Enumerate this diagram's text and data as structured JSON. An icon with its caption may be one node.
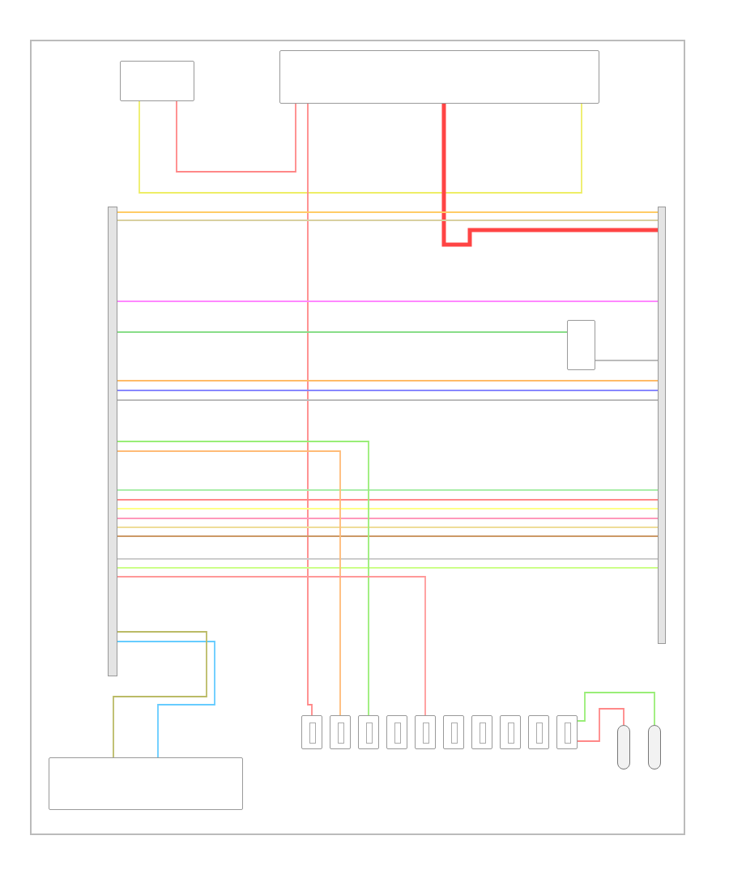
{
  "diagram": {
    "nodes": [
      {
        "text": [],
        "shape": "box"
      },
      {
        "text": [],
        "shape": "box"
      },
      {
        "text": [],
        "shape": "bar"
      },
      {
        "text": [],
        "shape": "bar"
      },
      {
        "text": [],
        "shape": "box"
      },
      {
        "text": [],
        "shape": "box"
      },
      {
        "text": [],
        "shape": "box"
      },
      {
        "text": [],
        "shape": "box"
      },
      {
        "text": [],
        "shape": "box"
      },
      {
        "text": [],
        "shape": "box"
      },
      {
        "text": [],
        "shape": "box"
      },
      {
        "text": [],
        "shape": "box"
      },
      {
        "text": [],
        "shape": "box"
      },
      {
        "text": [],
        "shape": "box"
      },
      {
        "text": [],
        "shape": "cylinder"
      },
      {
        "text": [],
        "shape": "cylinder"
      },
      {
        "text": [],
        "shape": "box"
      },
      {
        "text": [],
        "shape": "box"
      }
    ],
    "edges": [
      {
        "from": 0,
        "to": 1,
        "arrow": "none",
        "color": "#eeee66"
      },
      {
        "from": 0,
        "to": 1,
        "arrow": "none",
        "color": "#ff8888"
      },
      {
        "from": 1,
        "to": 3,
        "arrow": "none",
        "color": "#ff4444",
        "style": "thick"
      },
      {
        "from": 1,
        "to": 4,
        "arrow": "none",
        "color": "#ff8888"
      },
      {
        "from": 2,
        "to": 3,
        "arrow": "none",
        "color": "#ffcc66"
      },
      {
        "from": 2,
        "to": 3,
        "arrow": "none",
        "color": "#d8d0a0"
      },
      {
        "from": 2,
        "to": 3,
        "arrow": "none",
        "color": "#ff88ff"
      },
      {
        "from": 2,
        "to": 3,
        "arrow": "none",
        "color": "#ffbb66"
      },
      {
        "from": 2,
        "to": 3,
        "arrow": "none",
        "color": "#8888ff"
      },
      {
        "from": 2,
        "to": 3,
        "arrow": "none",
        "color": "#bbbbbb"
      },
      {
        "from": 2,
        "to": 3,
        "arrow": "none",
        "color": "#aaeeaa"
      },
      {
        "from": 2,
        "to": 3,
        "arrow": "none",
        "color": "#ff8888"
      },
      {
        "from": 2,
        "to": 3,
        "arrow": "none",
        "color": "#ffff88"
      },
      {
        "from": 2,
        "to": 3,
        "arrow": "none",
        "color": "#ff99bb"
      },
      {
        "from": 2,
        "to": 3,
        "arrow": "none",
        "color": "#eedd99"
      },
      {
        "from": 2,
        "to": 3,
        "arrow": "none",
        "color": "#cc9966"
      },
      {
        "from": 2,
        "to": 3,
        "arrow": "none",
        "color": "#cccccc"
      },
      {
        "from": 2,
        "to": 3,
        "arrow": "none",
        "color": "#ccff88"
      },
      {
        "from": 2,
        "to": 5,
        "arrow": "none",
        "color": "#ffbb77"
      },
      {
        "from": 2,
        "to": 6,
        "arrow": "none",
        "color": "#99ee77"
      },
      {
        "from": 2,
        "to": 8,
        "arrow": "none",
        "color": "#ff9999"
      },
      {
        "from": 2,
        "to": 16,
        "arrow": "none",
        "color": "#66ccff"
      },
      {
        "from": 2,
        "to": 16,
        "arrow": "none",
        "color": "#bbbb66"
      },
      {
        "from": 2,
        "to": 17,
        "arrow": "none",
        "color": "#88dd88"
      },
      {
        "from": 17,
        "to": 3,
        "arrow": "none",
        "color": "#bbbbbb"
      },
      {
        "from": 13,
        "to": 14,
        "arrow": "none",
        "color": "#ff8888"
      },
      {
        "from": 13,
        "to": 15,
        "arrow": "none",
        "color": "#99ee77"
      }
    ]
  }
}
